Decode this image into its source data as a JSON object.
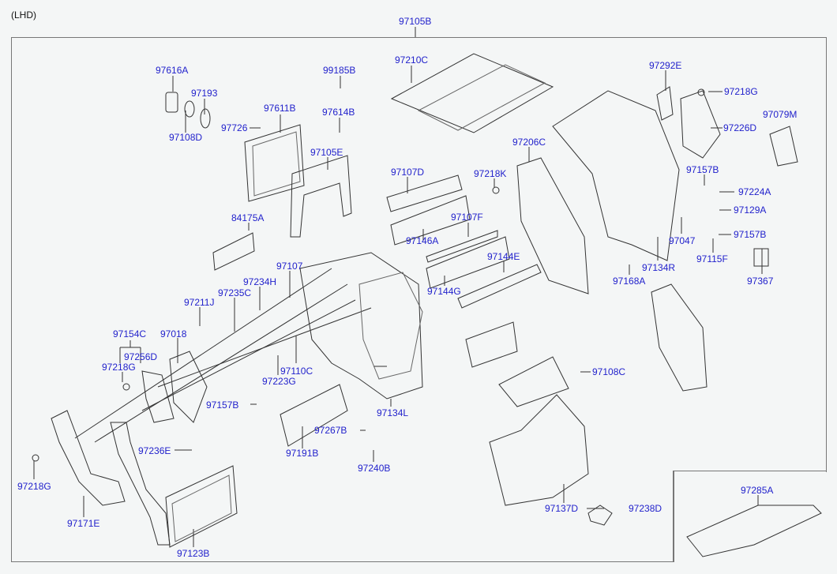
{
  "diagram": {
    "variant_note": "(LHD)",
    "assembly_label": "97105B",
    "colors": {
      "label": "#2222cc",
      "line": "#333333",
      "frame": "#777777",
      "background": "#f4f6f6"
    },
    "labels": [
      {
        "id": "97616A",
        "text": "97616A"
      },
      {
        "id": "97193",
        "text": "97193"
      },
      {
        "id": "97108D",
        "text": "97108D"
      },
      {
        "id": "99185B",
        "text": "99185B"
      },
      {
        "id": "97611B",
        "text": "97611B"
      },
      {
        "id": "97614B",
        "text": "97614B"
      },
      {
        "id": "97726",
        "text": "97726"
      },
      {
        "id": "97105E",
        "text": "97105E"
      },
      {
        "id": "97210C",
        "text": "97210C"
      },
      {
        "id": "97292E",
        "text": "97292E"
      },
      {
        "id": "97218G_top",
        "text": "97218G"
      },
      {
        "id": "97226D",
        "text": "97226D"
      },
      {
        "id": "97079M",
        "text": "97079M"
      },
      {
        "id": "97206C",
        "text": "97206C"
      },
      {
        "id": "97218K",
        "text": "97218K"
      },
      {
        "id": "97107D",
        "text": "97107D"
      },
      {
        "id": "84175A",
        "text": "84175A"
      },
      {
        "id": "97146A",
        "text": "97146A"
      },
      {
        "id": "97107F",
        "text": "97107F"
      },
      {
        "id": "97144E",
        "text": "97144E"
      },
      {
        "id": "97144G",
        "text": "97144G"
      },
      {
        "id": "97107",
        "text": "97107"
      },
      {
        "id": "97234H",
        "text": "97234H"
      },
      {
        "id": "97235C",
        "text": "97235C"
      },
      {
        "id": "97211J",
        "text": "97211J"
      },
      {
        "id": "97157B_top",
        "text": "97157B"
      },
      {
        "id": "97224A",
        "text": "97224A"
      },
      {
        "id": "97129A",
        "text": "97129A"
      },
      {
        "id": "97157B_right",
        "text": "97157B"
      },
      {
        "id": "97047",
        "text": "97047"
      },
      {
        "id": "97115F",
        "text": "97115F"
      },
      {
        "id": "97134R",
        "text": "97134R"
      },
      {
        "id": "97168A",
        "text": "97168A"
      },
      {
        "id": "97367",
        "text": "97367"
      },
      {
        "id": "97154C",
        "text": "97154C"
      },
      {
        "id": "97018",
        "text": "97018"
      },
      {
        "id": "97256D",
        "text": "97256D"
      },
      {
        "id": "97218G_mid",
        "text": "97218G"
      },
      {
        "id": "97110C",
        "text": "97110C"
      },
      {
        "id": "97223G",
        "text": "97223G"
      },
      {
        "id": "97157B_left",
        "text": "97157B"
      },
      {
        "id": "97134L",
        "text": "97134L"
      },
      {
        "id": "97108C",
        "text": "97108C"
      },
      {
        "id": "97267B",
        "text": "97267B"
      },
      {
        "id": "97191B",
        "text": "97191B"
      },
      {
        "id": "97240B",
        "text": "97240B"
      },
      {
        "id": "97236E",
        "text": "97236E"
      },
      {
        "id": "97218G_bottom",
        "text": "97218G"
      },
      {
        "id": "97171E",
        "text": "97171E"
      },
      {
        "id": "97123B",
        "text": "97123B"
      },
      {
        "id": "97137D",
        "text": "97137D"
      },
      {
        "id": "97238D",
        "text": "97238D"
      },
      {
        "id": "97285A",
        "text": "97285A"
      }
    ]
  }
}
